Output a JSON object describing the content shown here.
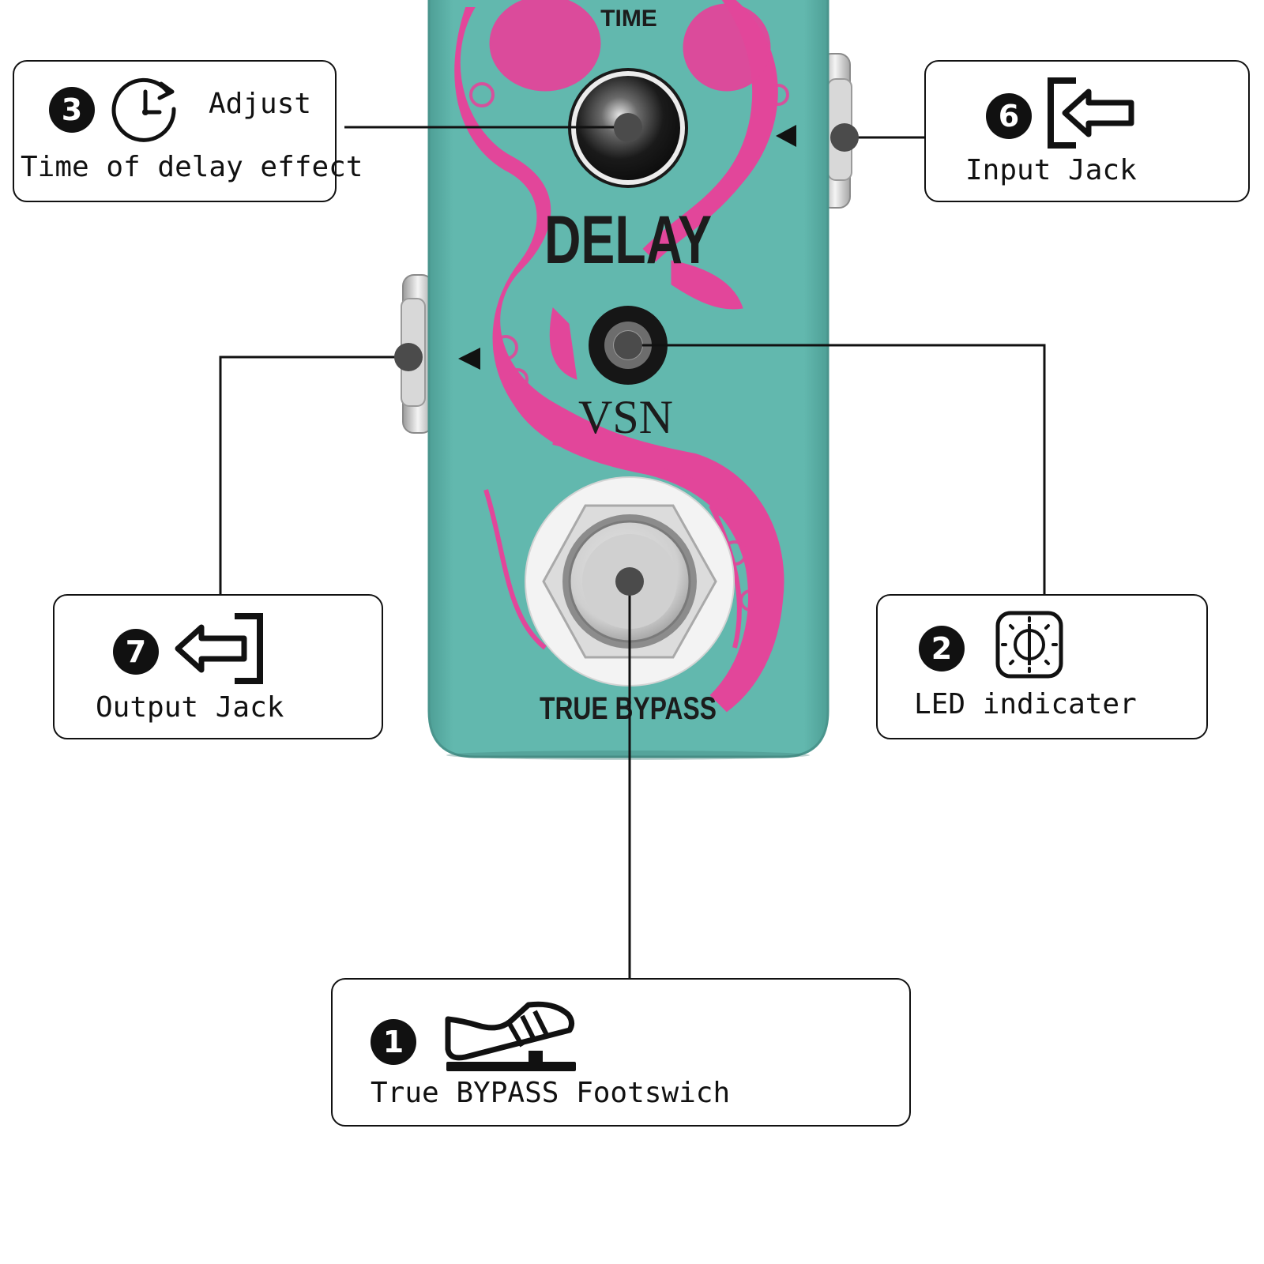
{
  "pedal": {
    "brand": "VSN",
    "effect_name": "DELAY",
    "knob_label": "TIME",
    "bypass_label": "TRUE BYPASS",
    "colors": {
      "body": "#5fb5ab",
      "body_edge": "#4e9f96",
      "artwork": "#e2469a",
      "text": "#1c1c1c"
    }
  },
  "callouts": [
    {
      "id": "3",
      "number": "3",
      "icon": "clock-icon",
      "title": "Adjust",
      "text": "Time of delay effect"
    },
    {
      "id": "6",
      "number": "6",
      "icon": "input-jack-icon",
      "text": "Input Jack"
    },
    {
      "id": "7",
      "number": "7",
      "icon": "output-jack-icon",
      "text": "Output Jack"
    },
    {
      "id": "2",
      "number": "2",
      "icon": "led-icon",
      "text": "LED indicater"
    },
    {
      "id": "1",
      "number": "1",
      "icon": "footswitch-shoe-icon",
      "text": "True BYPASS Footswich"
    }
  ]
}
